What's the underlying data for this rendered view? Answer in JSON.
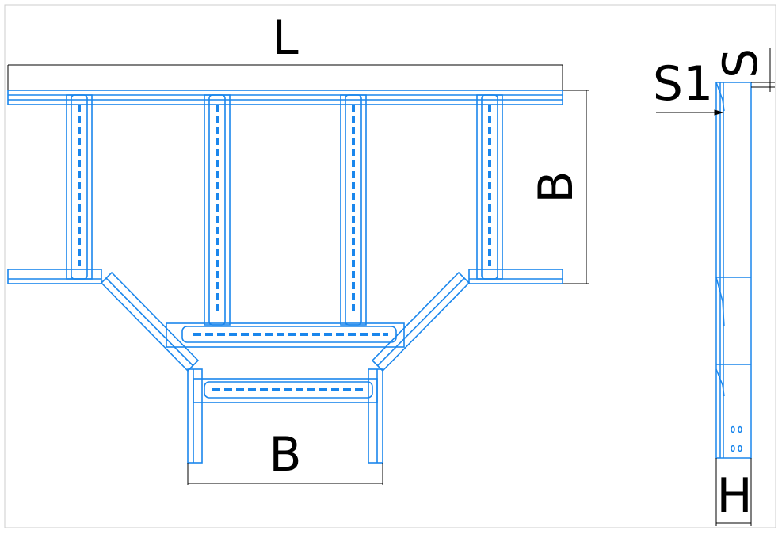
{
  "labels": {
    "length": "L",
    "width_side": "B",
    "width_bottom": "B",
    "thickness_s": "S",
    "thickness_s1": "S1",
    "height": "H"
  },
  "colors": {
    "line": "#1a86ec",
    "dim": "#000000",
    "frame": "#cccccc",
    "background": "#ffffff"
  }
}
